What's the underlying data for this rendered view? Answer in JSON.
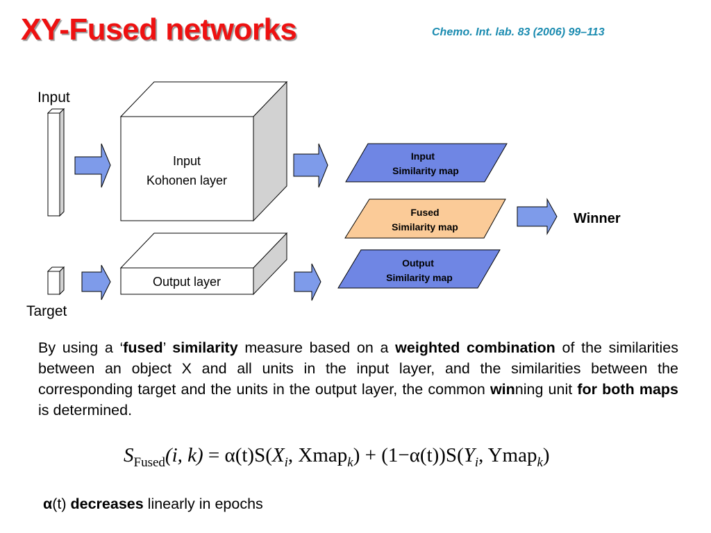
{
  "title": "XY-Fused networks",
  "reference": "Chemo. Int. lab. 83 (2006) 99–113",
  "diagram": {
    "input_label": "Input",
    "target_label": "Target",
    "kohonen_label_line1": "Input",
    "kohonen_label_line2": "Kohonen layer",
    "output_layer_label": "Output layer",
    "input_map_line1": "Input",
    "input_map_line2": "Similarity map",
    "fused_map_line1": "Fused",
    "fused_map_line2": "Similarity map",
    "output_map_line1": "Output",
    "output_map_line2": "Similarity map",
    "winner_label": "Winner",
    "colors": {
      "arrow_fill": "#7e9bea",
      "map_blue": "#6f86e4",
      "map_orange": "#fbcb98",
      "cube_side": "#d2d2d2",
      "cube_top": "#ffffff"
    }
  },
  "paragraph": {
    "t1": "By using a ‘",
    "fused": "fused",
    "t2": "’ ",
    "similarity": "similarity",
    "t3": " measure based on a ",
    "weighted": "weighted combination",
    "t4": " of the similarities between an object X and all units in the input layer, and the similarities between the corresponding target and the units in the output layer, the common ",
    "win": "win",
    "t5": "ning unit ",
    "both": "for both maps",
    "t6": " is determined."
  },
  "formula": {
    "S": "S",
    "sub_fused": "Fused",
    "args": "(i, k)",
    "eq_part1": " = α(t)S(",
    "X": "X",
    "sub_i1": "i",
    "xmap": ", Xmap",
    "sub_k1": "k",
    "eq_part2": ") + (1−α(t))S(",
    "Y": "Y",
    "sub_i2": "i",
    "ymap": ", Ymap",
    "sub_k2": "k",
    "close": ")"
  },
  "alpha_note": {
    "alpha": "α",
    "t": "(t) ",
    "decreases": "decreases",
    "rest": " linearly in epochs"
  }
}
